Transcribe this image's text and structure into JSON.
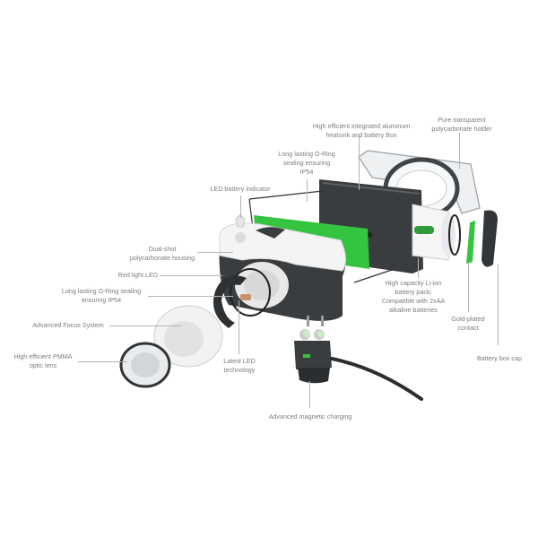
{
  "diagram": {
    "subject": "Exploded view of a rechargeable headlamp",
    "callouts": [
      {
        "id": "heatsink",
        "text": "High efficient  integrated aluminum\nheatsink and battery Box"
      },
      {
        "id": "holder",
        "text": "Pure transparent\npolycarbonate holder"
      },
      {
        "id": "oring_top",
        "text": "Long lasting  O-Ring\nsealing ensuring\nIP54"
      },
      {
        "id": "led_indicator",
        "text": "LED battery indicator"
      },
      {
        "id": "housing",
        "text": "Dual-shot\npolycarbonate housing"
      },
      {
        "id": "red_led",
        "text": "Red light LED"
      },
      {
        "id": "oring_front",
        "text": "Long lasting  O-Ring sealing\nensuring  IP54"
      },
      {
        "id": "focus",
        "text": "Advanced Focus System"
      },
      {
        "id": "lens",
        "text": "High efficient PMMA\noptic lens"
      },
      {
        "id": "led_tech",
        "text": "Latest LED\ntechnology"
      },
      {
        "id": "charging",
        "text": "Advanced magnetic charging"
      },
      {
        "id": "battery",
        "text": "High capacity Li-ion\nbattery pack;\nCompatible with 2xAA\nalkaline batteries"
      },
      {
        "id": "contact",
        "text": "Gold-plated\ncontact"
      },
      {
        "id": "cap",
        "text": "Battery box cap"
      }
    ],
    "colors": {
      "label": "#7d7d7d",
      "leader_line": "#b5b5b5",
      "pcb_green": "#35c43f",
      "housing_dark": "#3a3d3f",
      "housing_white": "#f4f4f4",
      "copper": "#b88a6a"
    }
  }
}
